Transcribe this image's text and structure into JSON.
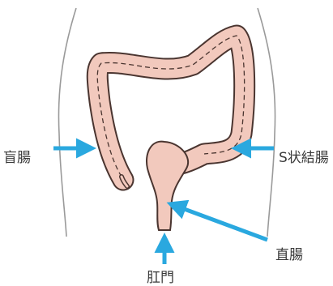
{
  "labels": {
    "cecum": "盲腸",
    "sigmoid_colon": "S状結腸",
    "rectum": "直腸",
    "anus": "肛門"
  },
  "colors": {
    "colon_fill": "#f2c9bd",
    "colon_outline": "#4a3530",
    "body_outline": "#9a9a9a",
    "arrow": "#2aa8df",
    "text": "#3a3a3a"
  }
}
